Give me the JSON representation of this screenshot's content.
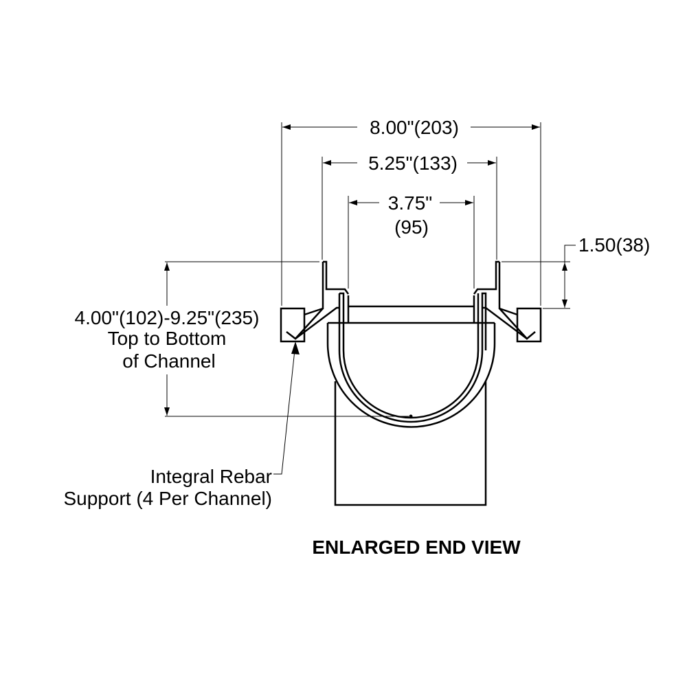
{
  "dimensions": {
    "overall_width": "8.00\"(203)",
    "grate_width": "5.25\"(133)",
    "channel_width_in": "3.75\"",
    "channel_width_mm": "(95)",
    "frame_height": "1.50(38)",
    "depth_line1": "4.00\"(102)-9.25\"(235)",
    "depth_line2": "Top to Bottom",
    "depth_line3": "of Channel"
  },
  "callout": {
    "line1": "Integral Rebar",
    "line2": "Support (4 Per Channel)"
  },
  "title": "ENLARGED END VIEW"
}
